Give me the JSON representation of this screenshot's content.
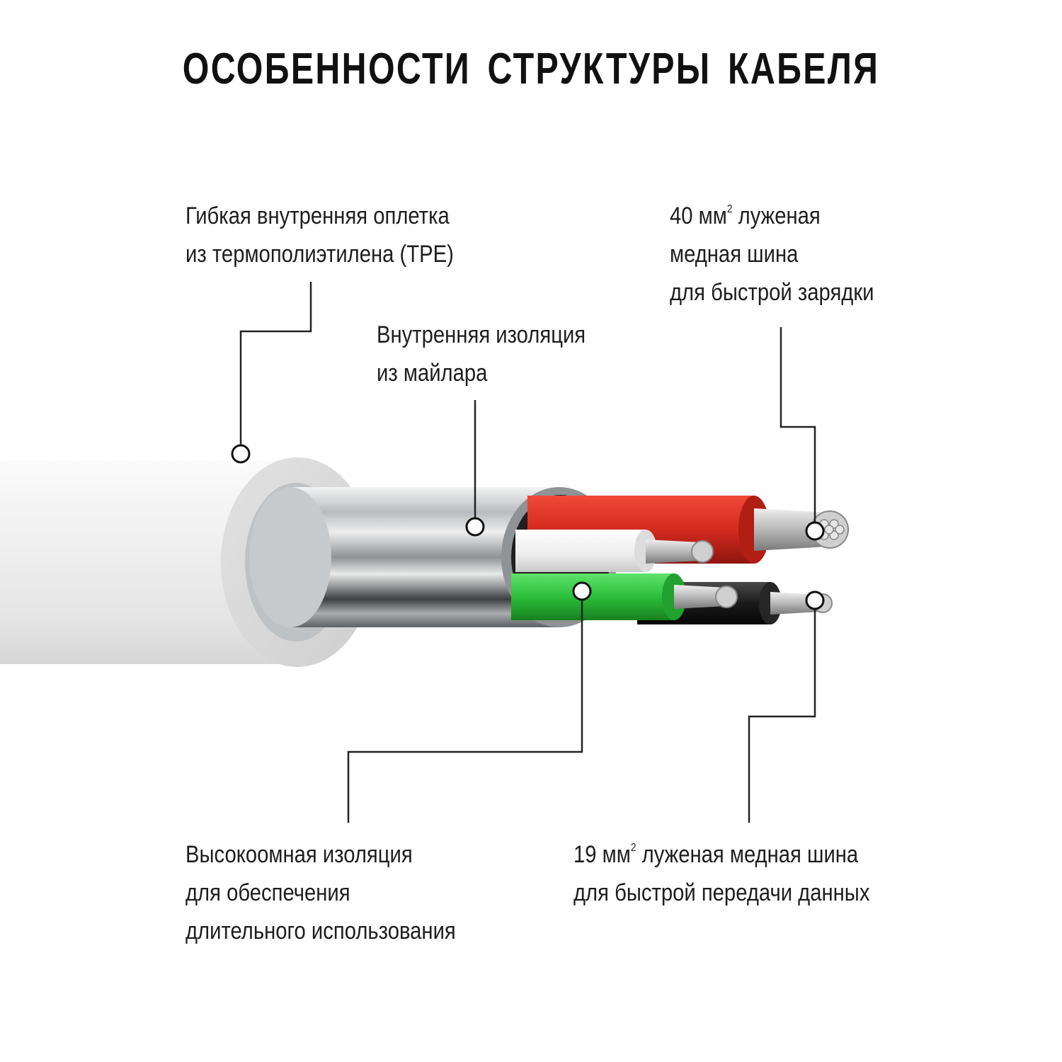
{
  "title": "ОСОБЕННОСТИ СТРУКТУРЫ КАБЕЛЯ",
  "callouts": {
    "outer_jacket": {
      "line1": "Гибкая внутренняя оплетка",
      "line2": "из термополиэтилена (TPE)"
    },
    "inner_insulation": {
      "line1": "Внутренняя изоляция",
      "line2": "из майлара"
    },
    "power_conductor": {
      "line1_number": "40 мм",
      "line1_sup": "2",
      "line1_rest": " луженая",
      "line2": "медная шина",
      "line3": "для быстрой зарядки"
    },
    "high_resistance_insulation": {
      "line1": "Высокоомная изоляция",
      "line2": "для обеспечения",
      "line3": "длительного использования"
    },
    "data_conductor": {
      "line1_number": "19 мм",
      "line1_sup": "2",
      "line1_rest": " луженая медная шина",
      "line2": "для быстрой передачи данных"
    }
  },
  "colors": {
    "jacket": "#f2f2f2",
    "wire_red": "#d42a1f",
    "wire_white": "#f4f4f4",
    "wire_green": "#2bbf3a",
    "wire_black": "#1b1b1b",
    "copper_strands": "#b8b8b8",
    "foil": "#cfd3d6",
    "callout_line": "#222222"
  }
}
